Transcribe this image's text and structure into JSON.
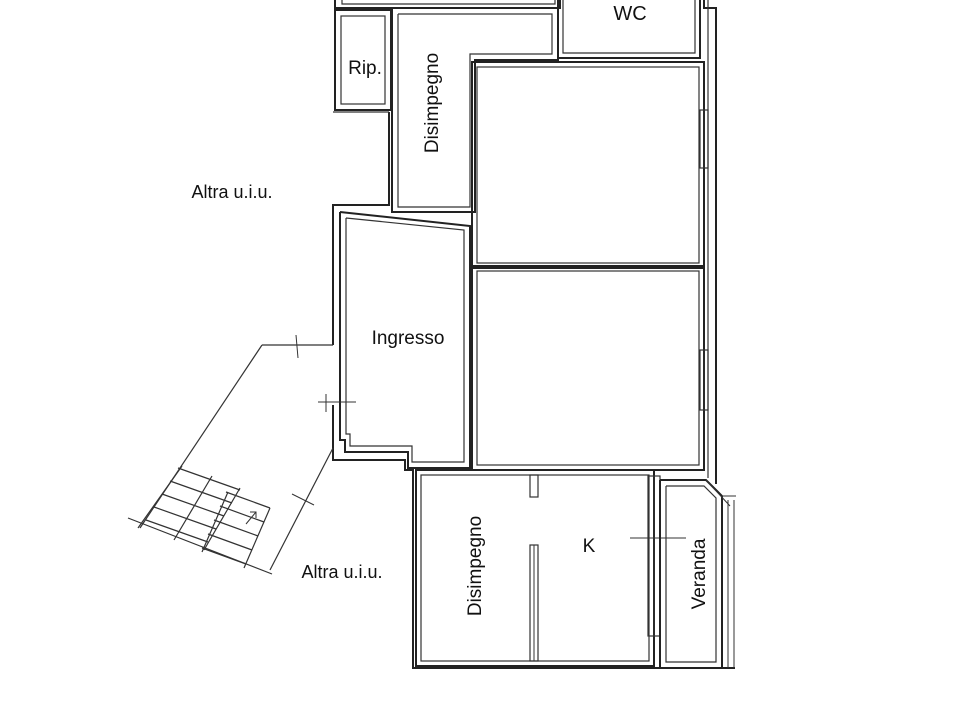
{
  "rooms": {
    "wc": "WC",
    "rip": "Rip.",
    "disimpegno_top": "Disimpegno",
    "ingresso": "Ingresso",
    "disimpegno_bottom": "Disimpegno",
    "k": "K",
    "veranda": "Veranda"
  },
  "outside": {
    "altra_upper": "Altra u.i.u.",
    "altra_lower": "Altra u.i.u."
  }
}
